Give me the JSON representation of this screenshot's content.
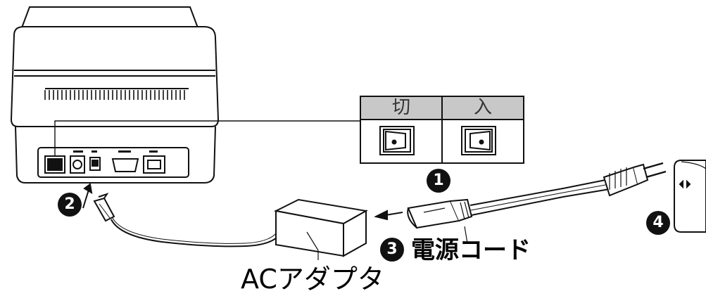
{
  "switch_table": {
    "off_label": "切",
    "on_label": "入"
  },
  "labels": {
    "power_cord": "電源コード",
    "ac_adapter": "ACアダプタ"
  },
  "steps": [
    "1",
    "2",
    "3",
    "4"
  ],
  "colors": {
    "line": "#111111",
    "table_header": "#c8c8c8",
    "step_badge": "#111111"
  },
  "icons": [
    "printer-rear-icon",
    "power-switch-off-icon",
    "power-switch-on-icon",
    "dc-plug-icon",
    "ac-adapter-icon",
    "power-plug-icon",
    "wall-outlet-icon"
  ]
}
